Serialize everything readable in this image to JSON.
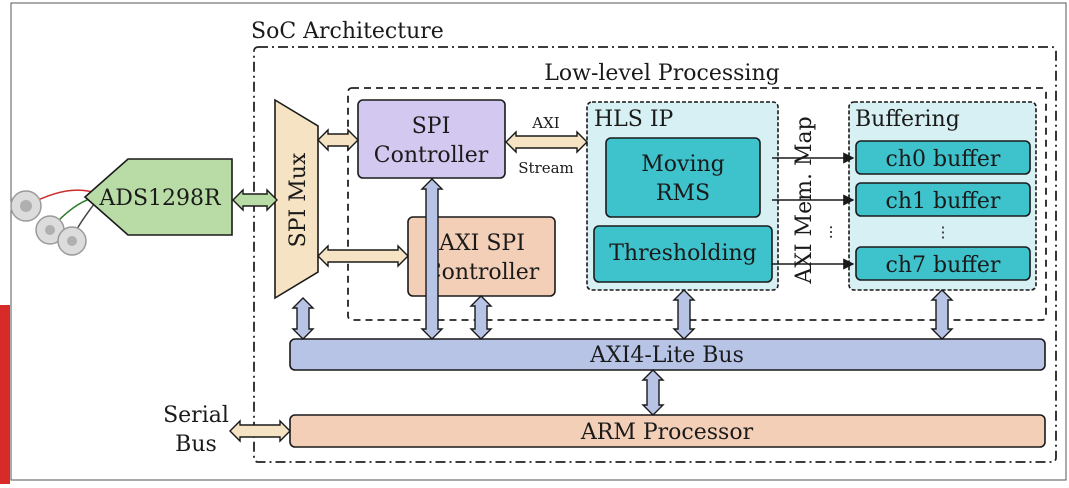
{
  "soc": {
    "title": "SoC Architecture"
  },
  "low_level": {
    "title": "Low-level Processing"
  },
  "ads": {
    "label": "ADS1298R"
  },
  "spi_mux": {
    "label": "SPI Mux"
  },
  "spi_controller": {
    "line1": "SPI",
    "line2": "Controller"
  },
  "axi_spi_controller": {
    "line1": "AXI SPI",
    "line2": "Controller"
  },
  "axi_stream": {
    "line1": "AXI",
    "line2": "Stream"
  },
  "hls_ip": {
    "title": "HLS IP",
    "moving_rms_line1": "Moving",
    "moving_rms_line2": "RMS",
    "thresholding": "Thresholding"
  },
  "axi_mem_map": {
    "label": "AXI Mem. Map",
    "dots": "..."
  },
  "buffering": {
    "title": "Buffering",
    "buffers": [
      "ch0 buffer",
      "ch1 buffer",
      "ch7 buffer"
    ],
    "vdots": "⋮"
  },
  "axi4_lite_bus": {
    "label": "AXI4-Lite Bus"
  },
  "arm_processor": {
    "label": "ARM Processor"
  },
  "serial_bus": {
    "line1": "Serial",
    "line2": "Bus"
  },
  "colors": {
    "ads_fill": "#b9dca6",
    "mux_fill": "#f6e3c3",
    "spi_fill": "#d2c8f0",
    "axi_spi_fill": "#f3cfb8",
    "hls_fill": "#d7f0f3",
    "teal_fill": "#3ec3cc",
    "bus_fill": "#b7c4e6",
    "arm_fill": "#f3cfb8"
  }
}
